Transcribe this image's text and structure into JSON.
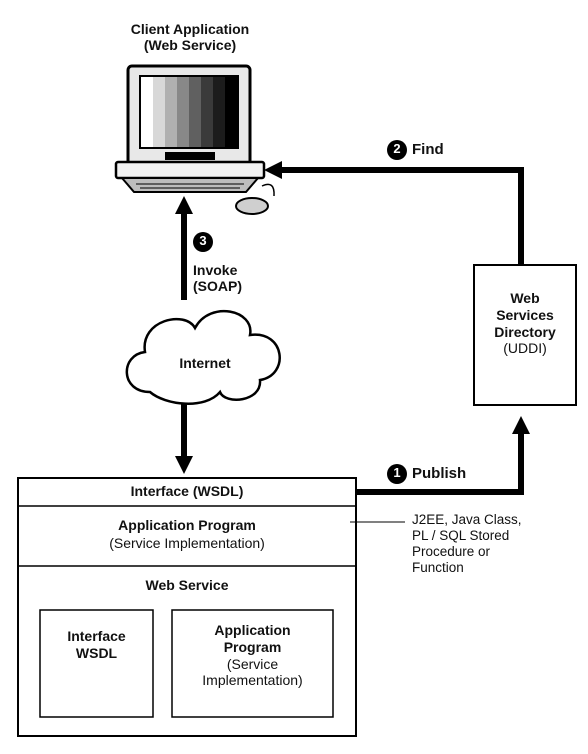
{
  "client": {
    "title_line1": "Client Application",
    "title_line2": "(Web Service)"
  },
  "steps": {
    "find": {
      "number": "2",
      "label": "Find"
    },
    "invoke": {
      "number": "3",
      "label_line1": "Invoke",
      "label_line2": "(SOAP)"
    },
    "publish": {
      "number": "1",
      "label": "Publish"
    }
  },
  "cloud": {
    "label": "Internet"
  },
  "directory": {
    "line1": "Web",
    "line2": "Services",
    "line3": "Directory",
    "line4": "(UDDI)"
  },
  "service_box": {
    "interface_row": "Interface (WSDL)",
    "app_row_line1": "Application Program",
    "app_row_line2": "(Service Implementation)",
    "web_service_title": "Web Service",
    "inner_left_line1": "Interface",
    "inner_left_line2": "WSDL",
    "inner_right_line1": "Application",
    "inner_right_line2": "Program",
    "inner_right_line3": "(Service",
    "inner_right_line4": "Implementation)"
  },
  "annotation": {
    "line1": "J2EE, Java Class,",
    "line2": "PL / SQL Stored",
    "line3": "Procedure or",
    "line4": "Function"
  }
}
